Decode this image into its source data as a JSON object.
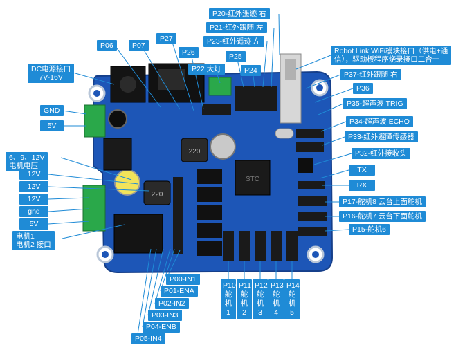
{
  "colors": {
    "label_bg": "#1f8bd6",
    "board": "#1d56b7",
    "board_dark": "#153f8a",
    "header": "#1a1a1a",
    "terminal": "#2aa84a"
  },
  "chips": {
    "main_mcu": "STC",
    "inductor_top": "220",
    "inductor_bot": "220"
  },
  "labels": {
    "p20": "P20-红外遥迹 右",
    "p21": "P21-红外跟随 左",
    "p23": "P23-红外遥迹 左",
    "p25": "P25",
    "p24": "P24",
    "p27": "P27",
    "p26": "P26",
    "p22": "P22 大灯",
    "p06": "P06",
    "p07": "P07",
    "dc1": "DC电源接口",
    "dc2": "7V-16V",
    "gnd_top": "GND",
    "v5_top": "5V",
    "motor_v1": "6、9、12V",
    "motor_v2": "电机电压",
    "v12a": "12V",
    "v12b": "12V",
    "v12c": "12V",
    "gnd": "gnd",
    "v5": "5V",
    "motor1": "电机1",
    "motor2": "电机2 接口",
    "robot1": "Robot Link WiFi模块接口（供电+通",
    "robot2": "信），驱动板程序烧录接口二合一",
    "p37": "P37-红外跟随 右",
    "p36": "P36",
    "p35": "P35-超声波 TRIG",
    "p34": "P34-超声波 ECHO",
    "p33": "P33-红外避障传感器",
    "p32": "P32-红外接收头",
    "tx": "TX",
    "rx": "RX",
    "p17": "P17-舵机8 云台上面舵机",
    "p16": "P16-舵机7 云台下面舵机",
    "p15": "P15-舵机6",
    "p00": "P00-IN1",
    "p01": "P01-ENA",
    "p02": "P02-IN2",
    "p03": "P03-IN3",
    "p04": "P04-ENB",
    "p05": "P05-IN4",
    "servos": [
      {
        "pin": "P10",
        "c1": "舵",
        "c2": "机",
        "n": "1"
      },
      {
        "pin": "P11",
        "c1": "舵",
        "c2": "机",
        "n": "2"
      },
      {
        "pin": "P12",
        "c1": "舵",
        "c2": "机",
        "n": "3"
      },
      {
        "pin": "P13",
        "c1": "舵",
        "c2": "机",
        "n": "4"
      },
      {
        "pin": "P14",
        "c1": "舵",
        "c2": "机",
        "n": "5"
      }
    ]
  }
}
